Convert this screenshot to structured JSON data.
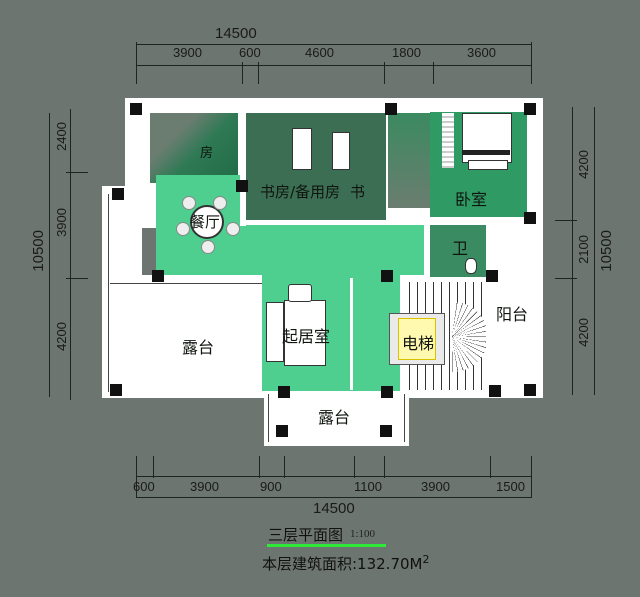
{
  "plan": {
    "title": "三层平面图",
    "scale": "1:100",
    "area_label": "本层建筑面积:132.70M",
    "area_superscript": "2"
  },
  "dimensions": {
    "top_total": "14500",
    "top_segments": [
      "3900",
      "600",
      "4600",
      "1800",
      "3600"
    ],
    "bottom_total": "14500",
    "bottom_segments": [
      "600",
      "3900",
      "900",
      "1100",
      "3900",
      "1500"
    ],
    "left_total": "10500",
    "left_segments": [
      "2400",
      "3900",
      "4200"
    ],
    "right_total": "10500",
    "right_segments": [
      "4200",
      "2100",
      "4200"
    ]
  },
  "rooms": {
    "kitchen": "房",
    "study": "书房/备用房",
    "study_suffix": "书",
    "bedroom": "卧室",
    "dining": "餐厅",
    "bathroom": "卫",
    "living": "起居室",
    "terrace_left": "露台",
    "terrace_bottom": "露台",
    "elevator": "电梯",
    "balcony": "阳台"
  },
  "colors": {
    "background": "#6c7570",
    "main_green": "#4fcf8f",
    "dark_green": "#2f7a55",
    "study_green": "#3b6e52",
    "bedroom_green": "#2f9a63",
    "bath_green": "#3a8a62",
    "title_underline": "#2ee83a"
  }
}
